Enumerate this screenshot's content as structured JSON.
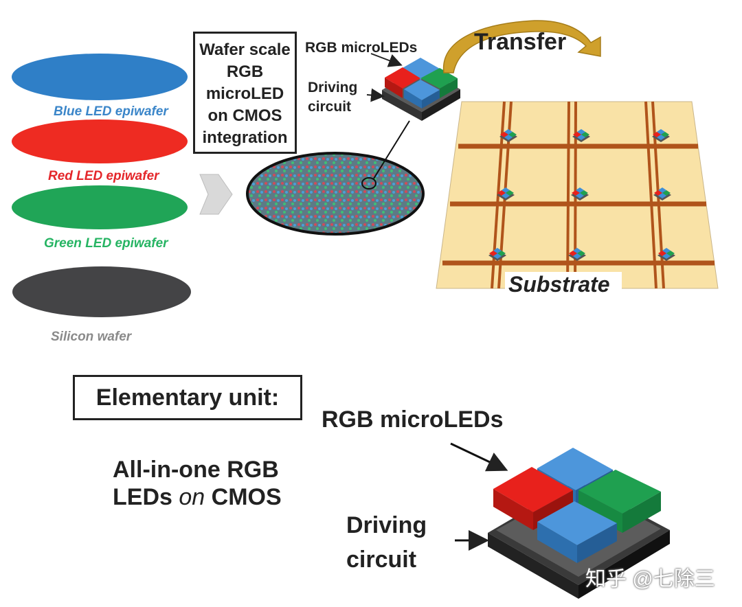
{
  "wafers": [
    {
      "label": "Blue LED epiwafer",
      "color": "#2f7fc7",
      "label_color": "#3b86c9"
    },
    {
      "label": "Red LED epiwafer",
      "color": "#ee2b22",
      "label_color": "#e4262a"
    },
    {
      "label": "Green LED epiwafer",
      "color": "#20a557",
      "label_color": "#26b463"
    },
    {
      "label": "Silicon wafer",
      "color": "#444446",
      "label_color": "#8a8a8a"
    }
  ],
  "integration_box": {
    "lines": [
      "Wafer scale",
      "RGB",
      "microLED",
      "on CMOS",
      "integration"
    ]
  },
  "top_chip": {
    "rgb_label": "RGB microLEDs",
    "driving_label_lines": [
      "Driving",
      "circuit"
    ]
  },
  "transfer_label": "Transfer",
  "substrate_label": "Substrate",
  "elementary": {
    "box_label": "Elementary unit:",
    "desc_line1": "All-in-one RGB",
    "desc_line2_pre": "LEDs ",
    "desc_line2_em": "on",
    "desc_line2_post": " CMOS",
    "rgb_label": "RGB microLEDs",
    "driving_lines": [
      "Driving",
      "circuit"
    ]
  },
  "watermark": "知乎 @七除三",
  "colors": {
    "blue": "#3d8fd8",
    "red": "#e8211c",
    "green": "#1fa050",
    "substrate": "#f9e2a6",
    "grid": "#b0541b",
    "gold": "#cfa02c"
  }
}
